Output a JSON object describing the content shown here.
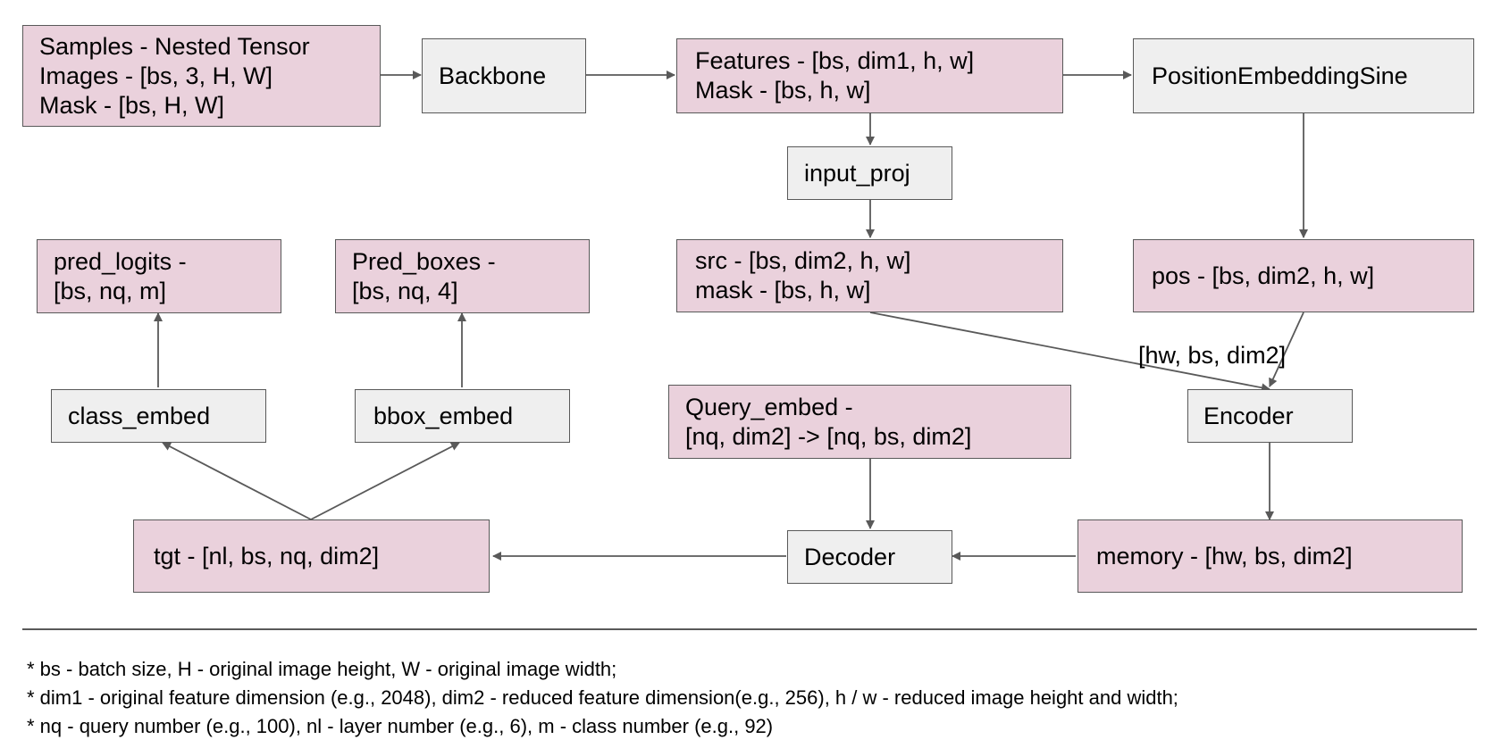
{
  "boxes": {
    "samples": {
      "lines": [
        "Samples - Nested Tensor",
        "Images - [bs, 3, H, W]",
        "Mask - [bs, H, W]"
      ]
    },
    "backbone": {
      "label": "Backbone"
    },
    "features": {
      "lines": [
        "Features - [bs, dim1, h, w]",
        "Mask - [bs, h, w]"
      ]
    },
    "position_embedding": {
      "label": "PositionEmbeddingSine"
    },
    "input_proj": {
      "label": "input_proj"
    },
    "src": {
      "lines": [
        "src - [bs, dim2, h, w]",
        "mask - [bs, h, w]"
      ]
    },
    "pos": {
      "label": "pos - [bs, dim2, h, w]"
    },
    "pred_logits": {
      "lines": [
        "pred_logits -",
        "[bs, nq, m]"
      ]
    },
    "pred_boxes": {
      "lines": [
        "Pred_boxes -",
        "[bs, nq, 4]"
      ]
    },
    "class_embed": {
      "label": "class_embed"
    },
    "bbox_embed": {
      "label": "bbox_embed"
    },
    "query_embed": {
      "lines": [
        "Query_embed -",
        "[nq, dim2] -> [nq, bs, dim2]"
      ]
    },
    "encoder": {
      "label": "Encoder"
    },
    "tgt": {
      "label": "tgt - [nl, bs, nq, dim2]"
    },
    "decoder": {
      "label": "Decoder"
    },
    "memory": {
      "label": "memory - [hw, bs, dim2]"
    }
  },
  "edge_labels": {
    "pos_to_encoder": "[hw, bs, dim2]"
  },
  "legend": [
    "* bs - batch size, H - original image height, W - original image width;",
    "* dim1 - original feature dimension (e.g., 2048), dim2 - reduced feature dimension(e.g., 256), h / w - reduced image height and width;",
    "* nq - query number (e.g., 100), nl - layer number (e.g., 6), m - class number (e.g., 92)"
  ],
  "colors": {
    "data_box_fill": "#ead1dc",
    "op_box_fill": "#efefef",
    "stroke": "#595959"
  }
}
